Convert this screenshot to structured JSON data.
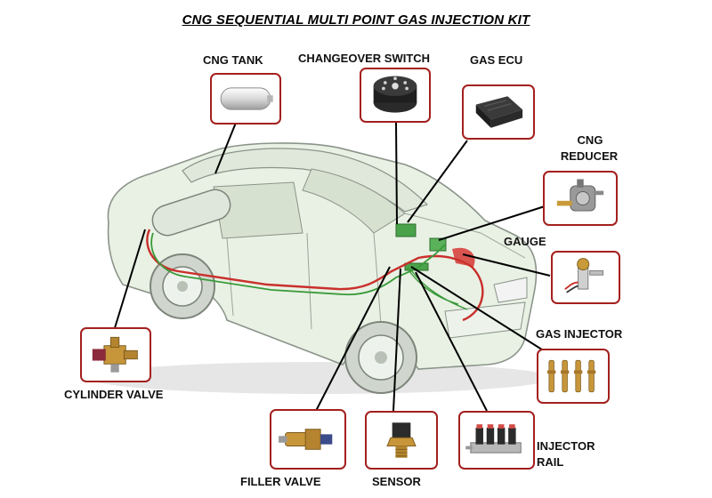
{
  "title": "CNG SEQUENTIAL MULTI POINT GAS INJECTION KIT",
  "components": {
    "cng_tank": "CNG TANK",
    "changeover_switch": "CHANGEOVER SWITCH",
    "gas_ecu": "GAS ECU",
    "cng_reducer_line1": "CNG",
    "cng_reducer_line2": "REDUCER",
    "gauge": "GAUGE",
    "gas_injector": "GAS INJECTOR",
    "injector_rail_line1": "INJECTOR",
    "injector_rail_line2": "RAIL",
    "sensor": "SENSOR",
    "filler_valve": "FILLER VALVE",
    "cylinder_valve": "CYLINDER VALVE"
  },
  "colors": {
    "box_border": "#a3201e",
    "pipe_red": "#c9302c",
    "pipe_green": "#3a9a3a",
    "leader": "#000000",
    "car_body": "#e9f1e4"
  }
}
